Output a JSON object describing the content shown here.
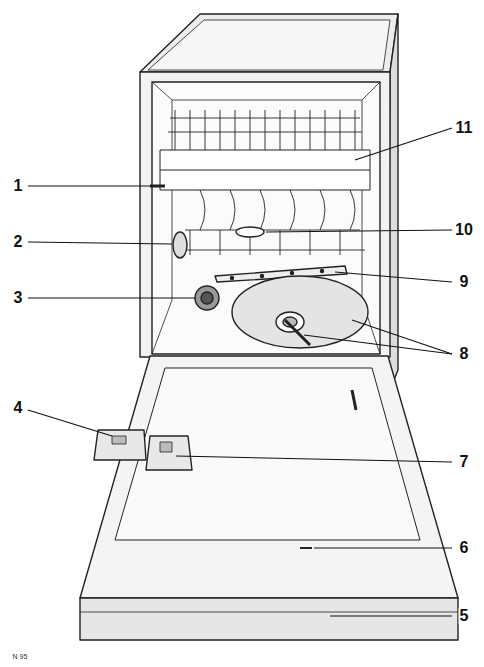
{
  "diagram": {
    "labels": [
      "1",
      "2",
      "3",
      "4",
      "5",
      "6",
      "7",
      "8",
      "9",
      "10",
      "11",
      "N 95"
    ]
  }
}
